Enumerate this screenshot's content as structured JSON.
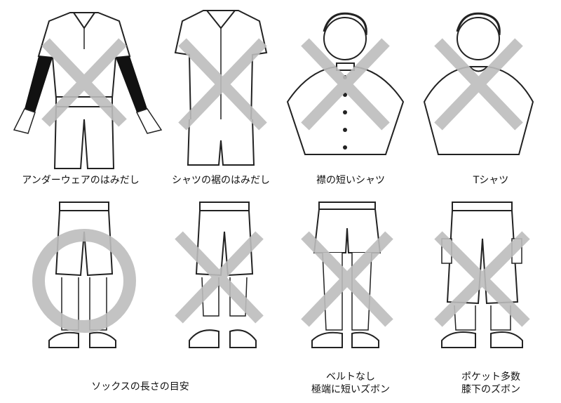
{
  "marks": {
    "ok": "circle",
    "ng": "cross",
    "mark_color": "#bdbdbd"
  },
  "items": [
    {
      "caption": "アンダーウェアのはみだし",
      "mark": "ng",
      "figure": "shirt-with-black-undersleeves"
    },
    {
      "caption": "シャツの裾のはみだし",
      "mark": "ng",
      "figure": "untucked-shirt"
    },
    {
      "caption": "襟の短いシャツ",
      "mark": "ng",
      "figure": "short-collar-shirt"
    },
    {
      "caption": "Tシャツ",
      "mark": "ng",
      "figure": "t-shirt"
    },
    {
      "caption": "ソックスの長さの目安",
      "mark": "ok",
      "figure": "pants-socks-correct"
    },
    {
      "caption": "",
      "mark": "ng",
      "figure": "pants-socks-short"
    },
    {
      "caption_lines": [
        "ベルトなし",
        "極端に短いズボン"
      ],
      "mark": "ng",
      "figure": "short-pants-no-belt"
    },
    {
      "caption_lines": [
        "ポケット多数",
        "膝下のズボン"
      ],
      "mark": "ng",
      "figure": "cargo-pants"
    }
  ]
}
